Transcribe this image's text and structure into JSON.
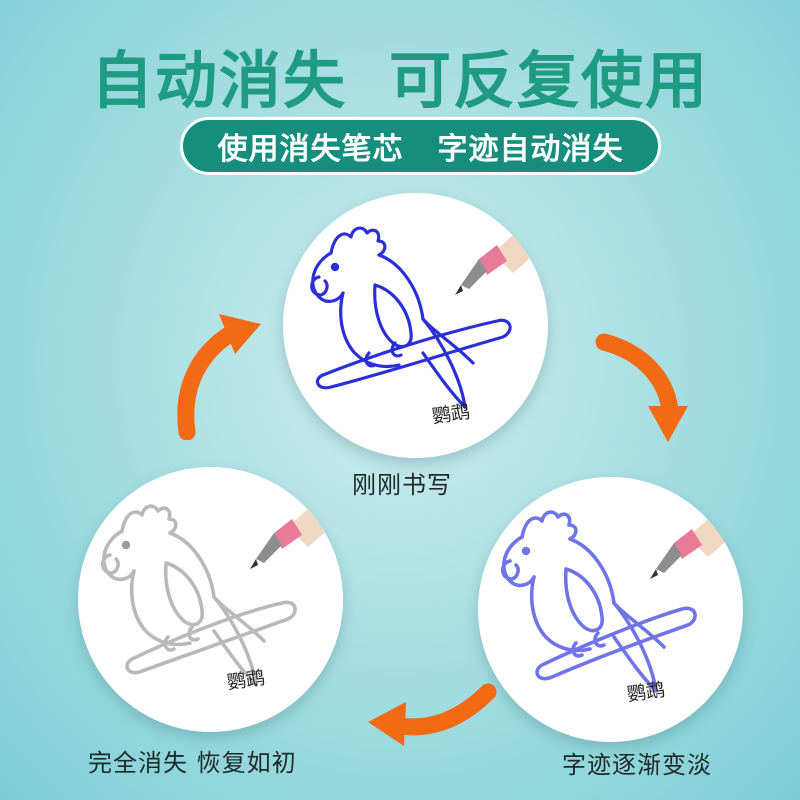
{
  "headline": {
    "part1": "自动消失",
    "part2": "可反复使用"
  },
  "subtitle": {
    "part1": "使用消失笔芯",
    "part2": "字迹自动消失"
  },
  "stages": [
    {
      "caption": "刚刚书写",
      "word": "鹦鹉",
      "ink_color": "#2a2fd6"
    },
    {
      "caption": "字迹逐渐变淡",
      "word": "鹦鹉",
      "ink_color": "#6f74e6"
    },
    {
      "caption": "完全消失 恢复如初",
      "word": "鹦鹉",
      "ink_color": "#b9b9b9"
    }
  ],
  "colors": {
    "headline": "#1f9b84",
    "pill": "#168e7e",
    "arrow": "#f26a14",
    "pen_tip": "#e87a9a"
  }
}
